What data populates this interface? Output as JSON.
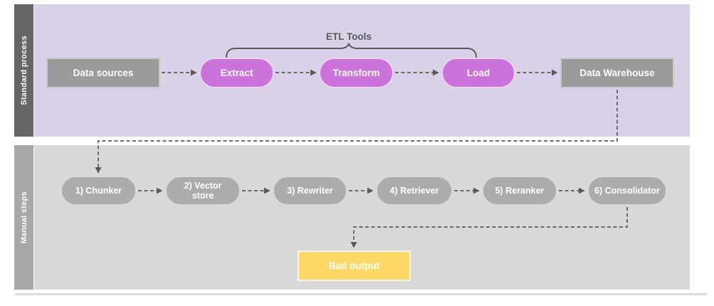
{
  "lanes": {
    "standard": {
      "label": "Standard process"
    },
    "manual": {
      "label": "Manual steps"
    }
  },
  "brace": {
    "label": "ETL Tools",
    "spans": [
      "Extract",
      "Transform",
      "Load"
    ]
  },
  "nodes": {
    "data_sources": {
      "label": "Data sources"
    },
    "extract": {
      "label": "Extract"
    },
    "transform": {
      "label": "Transform"
    },
    "load": {
      "label": "Load"
    },
    "data_warehouse": {
      "label": "Data Warehouse"
    },
    "chunker": {
      "label": "1) Chunker"
    },
    "vector_store": {
      "label": "2) Vector store"
    },
    "rewriter": {
      "label": "3) Rewriter"
    },
    "retriever": {
      "label": "4) Retriever"
    },
    "reranker": {
      "label": "5) Reranker"
    },
    "consolidator": {
      "label": "6) Consolidator"
    },
    "bad_output": {
      "label": "Bad output"
    }
  },
  "edges": [
    {
      "from": "Data sources",
      "to": "Extract"
    },
    {
      "from": "Extract",
      "to": "Transform"
    },
    {
      "from": "Transform",
      "to": "Load"
    },
    {
      "from": "Load",
      "to": "Data Warehouse"
    },
    {
      "from": "Data Warehouse",
      "to": "1) Chunker"
    },
    {
      "from": "1) Chunker",
      "to": "2) Vector store"
    },
    {
      "from": "2) Vector store",
      "to": "3) Rewriter"
    },
    {
      "from": "3) Rewriter",
      "to": "4) Retriever"
    },
    {
      "from": "4) Retriever",
      "to": "5) Reranker"
    },
    {
      "from": "5) Reranker",
      "to": "6) Consolidator"
    },
    {
      "from": "6) Consolidator",
      "to": "Bad output"
    }
  ],
  "colors": {
    "lane_standard_bar": "#666666",
    "lane_manual_bar": "#a8a8a8",
    "lane_standard_bg": "#d8d1e8",
    "lane_manual_bg": "#d9d9d9",
    "lane_label_text": "#ffffff",
    "etl_pill": "#cb72db",
    "etl_pill_border": "#e9d4f1",
    "gray_node": "#9b9b9b",
    "gray_node_border": "#c9c9c9",
    "step_pill": "#acacac",
    "step_pill_border": "#d8d8d8",
    "bad_output": "#ffd966",
    "bad_output_border": "#f5f5f5",
    "node_text": "#ffffff",
    "connector": "#595959",
    "brace_label": "#595959",
    "bottom_rule": "#dcdcdc"
  }
}
